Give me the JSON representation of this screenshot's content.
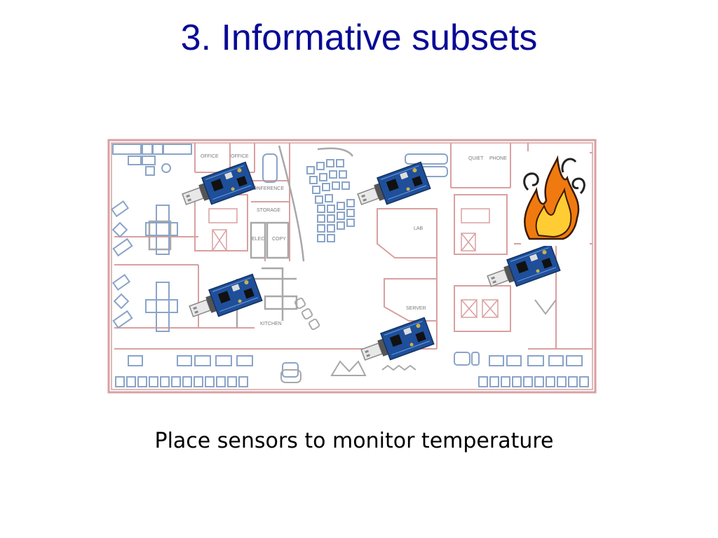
{
  "slide": {
    "title": "3. Informative subsets",
    "caption": "Place sensors to monitor temperature"
  },
  "floorplan": {
    "room_labels": [
      "OFFICE",
      "OFFICE",
      "CONFERENCE",
      "STORAGE",
      "ELEC",
      "COPY",
      "KITCHEN",
      "LAB",
      "SERVER",
      "QUIET",
      "PHONE"
    ],
    "sensor_count": 5,
    "colors": {
      "walls": "#d9a0a0",
      "furniture": "#8aa4c8",
      "fixtures": "#a8a8a8",
      "sensor_board": "#1f4f9a",
      "fire_outer": "#f07a10",
      "fire_inner": "#ffcc33"
    },
    "icons": [
      "sensor-mote-icon",
      "fire-icon"
    ]
  }
}
